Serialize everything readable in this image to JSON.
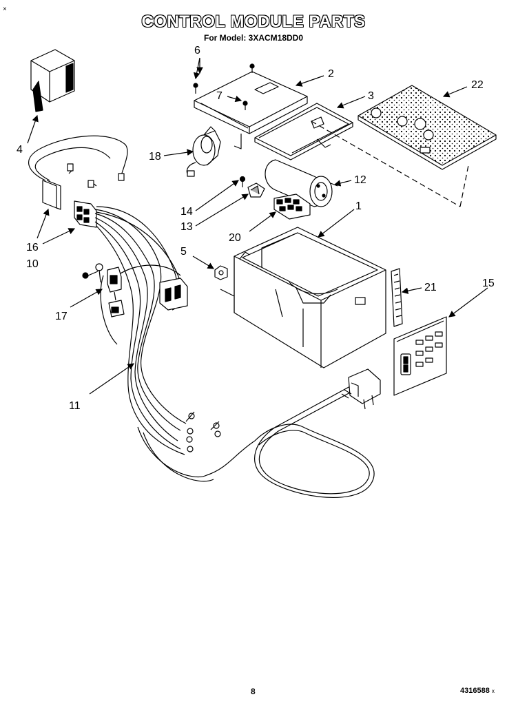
{
  "header": {
    "title": "CONTROL MODULE PARTS",
    "subtitle": "For Model: 3XACM18DD0",
    "corner_mark": "×"
  },
  "footer": {
    "page_number": "8",
    "document_number": "4316588",
    "document_suffix": "x"
  },
  "callouts": {
    "c1": "1",
    "c2": "2",
    "c3": "3",
    "c4": "4",
    "c5": "5",
    "c6": "6",
    "c7": "7",
    "c10": "10",
    "c11": "11",
    "c12": "12",
    "c13": "13",
    "c14": "14",
    "c15": "15",
    "c16": "16",
    "c17": "17",
    "c18": "18",
    "c20": "20",
    "c21": "21",
    "c22": "22"
  }
}
